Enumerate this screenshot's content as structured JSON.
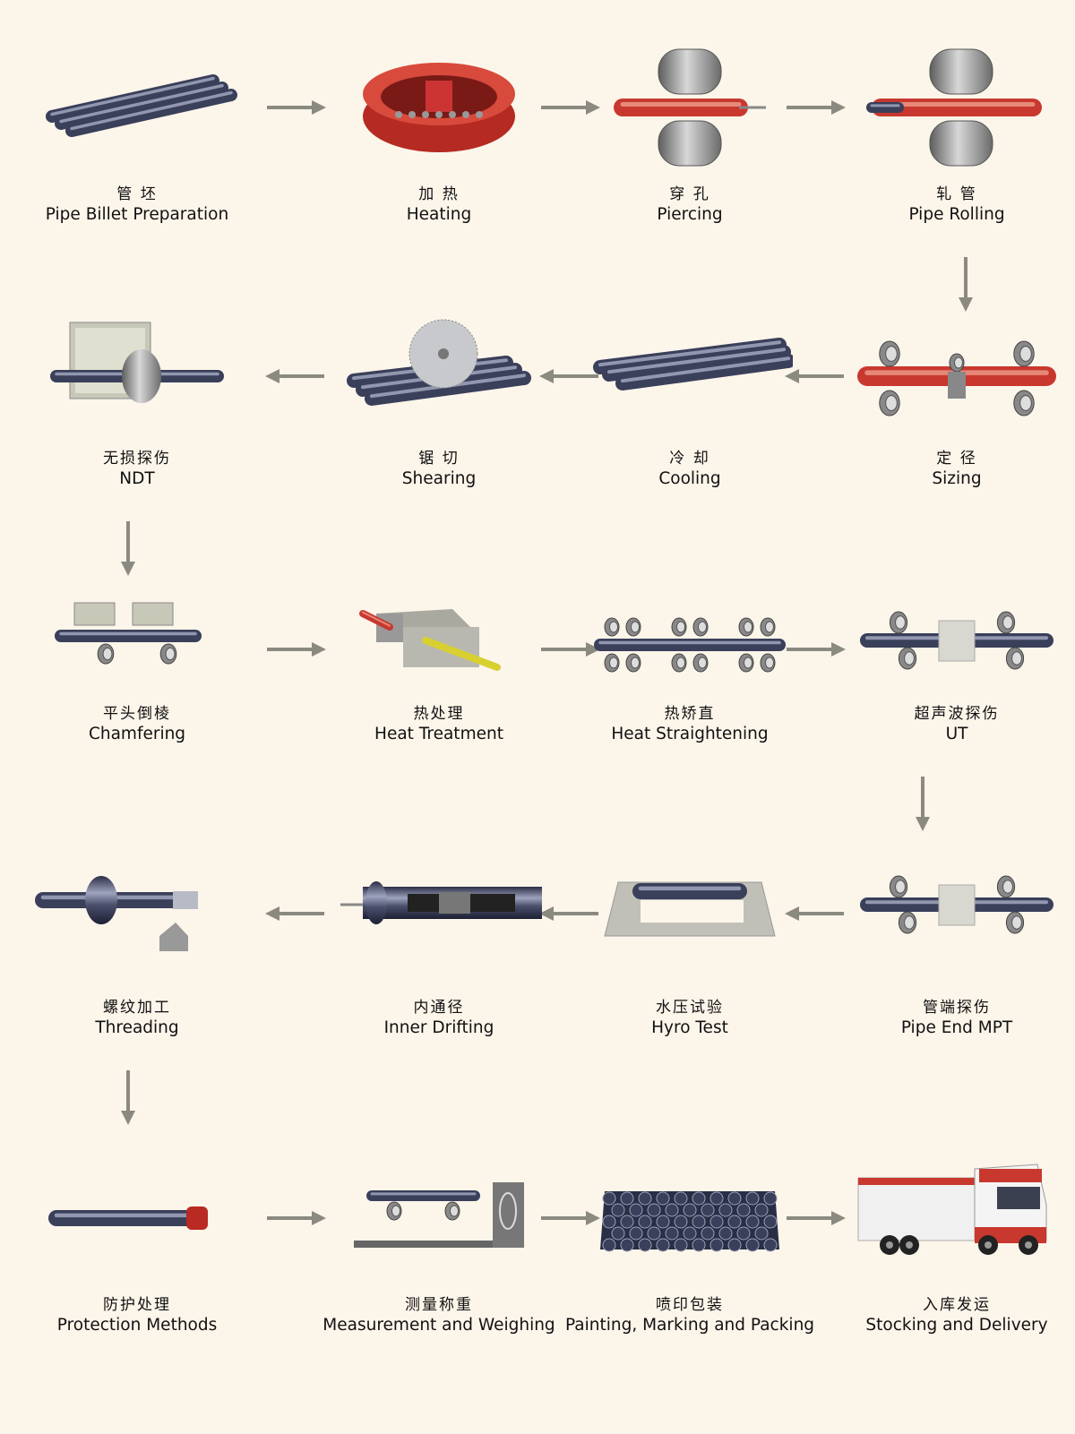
{
  "colors": {
    "background": "#fcf5ea",
    "arrow": "#8a8a80",
    "pipe": "#3a3f5a",
    "hot": "#c8382e",
    "roll": "#8d8d8d"
  },
  "steps": [
    {
      "cn": "管 坯",
      "en": "Pipe Billet Preparation",
      "icon": "billets-icon"
    },
    {
      "cn": "加 热",
      "en": "Heating",
      "icon": "furnace-icon"
    },
    {
      "cn": "穿 孔",
      "en": "Piercing",
      "icon": "piercing-rolls-icon"
    },
    {
      "cn": "轧 管",
      "en": "Pipe Rolling",
      "icon": "rolling-mill-icon"
    },
    {
      "cn": "定 径",
      "en": "Sizing",
      "icon": "sizing-mill-icon"
    },
    {
      "cn": "冷 却",
      "en": "Cooling",
      "icon": "cooling-pipes-icon"
    },
    {
      "cn": "锯 切",
      "en": "Shearing",
      "icon": "saw-icon"
    },
    {
      "cn": "无损探伤",
      "en": "NDT",
      "icon": "ndt-icon"
    },
    {
      "cn": "平头倒棱",
      "en": "Chamfering",
      "icon": "chamfering-icon"
    },
    {
      "cn": "热处理",
      "en": "Heat Treatment",
      "icon": "heat-treatment-icon"
    },
    {
      "cn": "热矫直",
      "en": "Heat Straightening",
      "icon": "straightener-icon"
    },
    {
      "cn": "超声波探伤",
      "en": "UT",
      "icon": "ultrasonic-icon"
    },
    {
      "cn": "管端探伤",
      "en": "Pipe End MPT",
      "icon": "pipe-end-mpt-icon"
    },
    {
      "cn": "水压试验",
      "en": "Hyro Test",
      "icon": "hydro-test-icon"
    },
    {
      "cn": "内通径",
      "en": "Inner Drifting",
      "icon": "drift-icon"
    },
    {
      "cn": "螺纹加工",
      "en": "Threading",
      "icon": "threading-icon"
    },
    {
      "cn": "防护处理",
      "en": "Protection Methods",
      "icon": "protector-cap-icon"
    },
    {
      "cn": "测量称重",
      "en": "Measurement and Weighing",
      "icon": "weighing-icon"
    },
    {
      "cn": "喷印包装",
      "en": "Painting, Marking and Packing",
      "icon": "pipe-bundle-icon"
    },
    {
      "cn": "入库发运",
      "en": "Stocking and Delivery",
      "icon": "truck-icon"
    }
  ]
}
